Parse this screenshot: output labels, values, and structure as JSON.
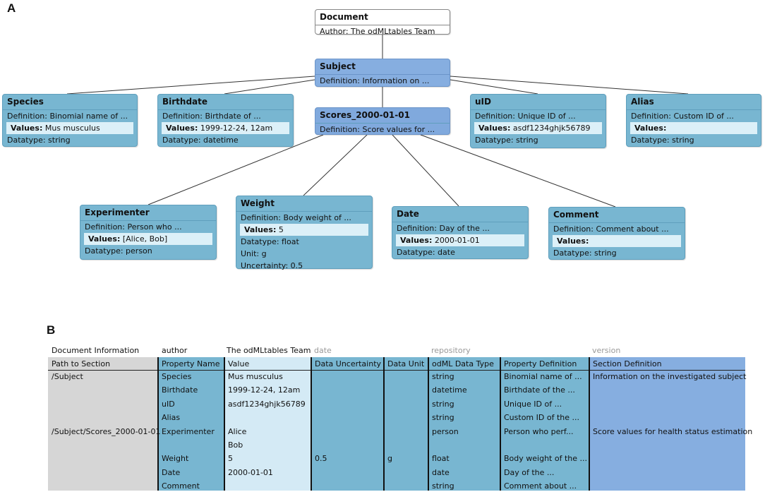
{
  "panels": {
    "a": "A",
    "b": "B"
  },
  "tree": {
    "document": {
      "title": "Document",
      "author": "Author:  The odMLtables Team"
    },
    "subject": {
      "title": "Subject",
      "definition": "Definition:  Information on ..."
    },
    "scores": {
      "title": "Scores_2000-01-01",
      "definition": "Definition:  Score values for ..."
    },
    "species": {
      "title": "Species",
      "definition": "Definition:  Binomial name of ...",
      "values_label": "Values:",
      "values": "Mus musculus",
      "datatype": "Datatype:  string"
    },
    "birthdate": {
      "title": "Birthdate",
      "definition": "Definition:  Birthdate of ...",
      "values_label": "Values:",
      "values": "1999-12-24, 12am",
      "datatype": "Datatype:  datetime"
    },
    "uid": {
      "title": "uID",
      "definition": "Definition:  Unique ID of ...",
      "values_label": "Values:",
      "values": "asdf1234ghjk56789",
      "datatype": "Datatype:  string"
    },
    "alias": {
      "title": "Alias",
      "definition": "Definition:  Custom ID of ...",
      "values_label": "Values:",
      "values": "",
      "datatype": "Datatype:  string"
    },
    "experimenter": {
      "title": "Experimenter",
      "definition": "Definition:  Person who ...",
      "values_label": "Values:",
      "values": "[Alice, Bob]",
      "datatype": "Datatype:  person"
    },
    "weight": {
      "title": "Weight",
      "definition": "Definition:  Body weight of ...",
      "values_label": "Values:",
      "values": "5",
      "datatype": "Datatype:  float",
      "unit": "Unit:  g",
      "uncertainty": "Uncertainty:  0.5"
    },
    "date": {
      "title": "Date",
      "definition": "Definition:  Day of the ...",
      "values_label": "Values:",
      "values": "2000-01-01",
      "datatype": "Datatype:  date"
    },
    "comment": {
      "title": "Comment",
      "definition": "Definition:  Comment about ...",
      "values_label": "Values:",
      "values": "",
      "datatype": "Datatype:  string"
    }
  },
  "table": {
    "info": {
      "doc_info": "Document Information",
      "author_label": "author",
      "author_value": "The odMLtables Team",
      "date_label": "date",
      "repository_label": "repository",
      "version_label": "version"
    },
    "headers": [
      "Path to Section",
      "Property Name",
      "Value",
      "Data Uncertainty",
      "Data Unit",
      "odML Data Type",
      "Property Definition",
      "Section Definition"
    ],
    "rows": [
      {
        "path": "/Subject",
        "name": "Species",
        "value": "Mus musculus",
        "uncertainty": "",
        "unit": "",
        "dtype": "string",
        "pdef": "Binomial name of ...",
        "sdef": "Information on the investigated subject"
      },
      {
        "path": "",
        "name": "Birthdate",
        "value": "1999-12-24, 12am",
        "uncertainty": "",
        "unit": "",
        "dtype": "datetime",
        "pdef": "Birthdate of the ...",
        "sdef": ""
      },
      {
        "path": "",
        "name": "uID",
        "value": "asdf1234ghjk56789",
        "uncertainty": "",
        "unit": "",
        "dtype": "string",
        "pdef": "Unique ID of ...",
        "sdef": ""
      },
      {
        "path": "",
        "name": "Alias",
        "value": "",
        "uncertainty": "",
        "unit": "",
        "dtype": "string",
        "pdef": "Custom ID of the ...",
        "sdef": ""
      },
      {
        "path": "/Subject/Scores_2000-01-01",
        "name": "Experimenter",
        "value": "Alice",
        "uncertainty": "",
        "unit": "",
        "dtype": "person",
        "pdef": "Person who perf...",
        "sdef": "Score values for health status estimation"
      },
      {
        "path": "",
        "name": "",
        "value": "Bob",
        "uncertainty": "",
        "unit": "",
        "dtype": "",
        "pdef": "",
        "sdef": ""
      },
      {
        "path": "",
        "name": "Weight",
        "value": "5",
        "uncertainty": "0.5",
        "unit": "g",
        "dtype": "float",
        "pdef": "Body weight of the ...",
        "sdef": ""
      },
      {
        "path": "",
        "name": "Date",
        "value": "2000-01-01",
        "uncertainty": "",
        "unit": "",
        "dtype": "date",
        "pdef": "Day of the ...",
        "sdef": ""
      },
      {
        "path": "",
        "name": "Comment",
        "value": "",
        "uncertainty": "",
        "unit": "",
        "dtype": "string",
        "pdef": "Comment about ...",
        "sdef": ""
      }
    ]
  },
  "colors": {
    "property_node": "#78b6d1",
    "section_node": "#86aee0",
    "value_row": "#dcf0f8",
    "path_col": "#d6d6d6",
    "section_def_col": "#86aee0"
  }
}
